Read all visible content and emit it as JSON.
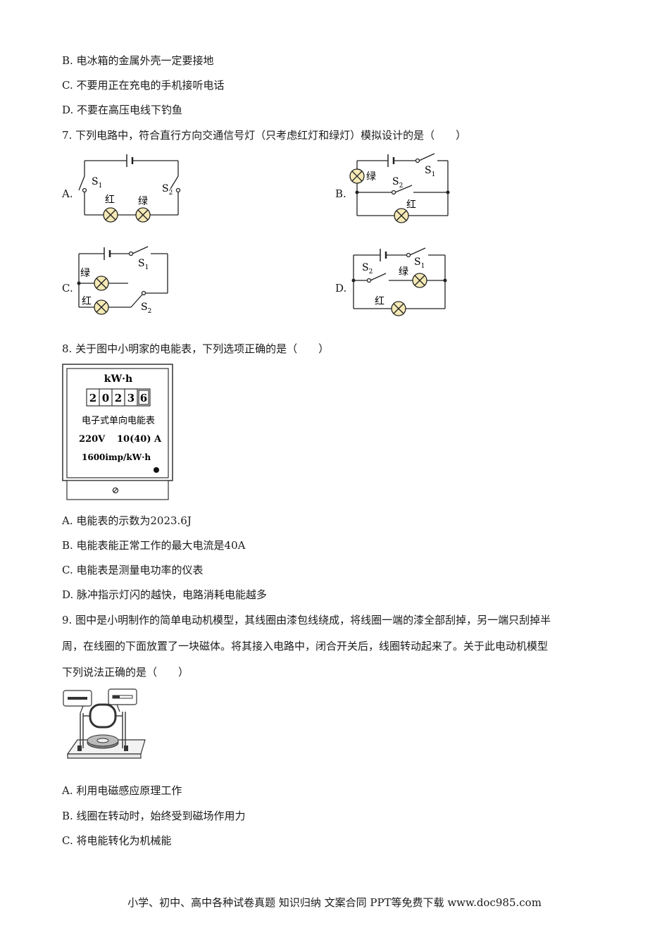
{
  "q6_options": [
    "B. 电冰箱的金属外壳一定要接地",
    "C. 不要用正在充电的手机接听电话",
    "D. 不要在高压电线下钓鱼"
  ],
  "q7": {
    "stem": "7. 下列电路中，符合直行方向交通信号灯（只考虑红灯和绿灯）模拟设计的是（　　）",
    "labels": {
      "a": "A.",
      "b": "B.",
      "c": "C.",
      "d": "D."
    },
    "circuit_text": {
      "s": "S",
      "sub1": "1",
      "sub2": "2",
      "red": "红",
      "green": "绿"
    }
  },
  "q8": {
    "stem": "8. 关于图中小明家的电能表，下列选项正确的是（　　）",
    "meter": {
      "unit": "kW·h",
      "digits": [
        "2",
        "0",
        "2",
        "3",
        "6"
      ],
      "name": "电子式单向电能表",
      "rating_v": "220V",
      "rating_a": "10(40) A",
      "const": "1600imp/kW·h",
      "screw": "⊘"
    },
    "options": [
      "A. 电能表的示数为2023.6J",
      "B. 电能表能正常工作的最大电流是40A",
      "C. 电能表是测量电功率的仪表",
      "D. 脉冲指示灯闪的越快，电路消耗电能越多"
    ]
  },
  "q9": {
    "stem1": "9. 图中是小明制作的简单电动机模型，其线圈由漆包线绕成，将线圈一端的漆全部刮掉，另一端只刮掉半",
    "stem2": "周，在线圈的下面放置了一块磁体。将其接入电路中，闭合开关后，线圈转动起来了。关于此电动机模型",
    "stem3": "下列说法正确的是（　　）",
    "options": [
      "A. 利用电磁感应原理工作",
      "B. 线圈在转动时，始终受到磁场作用力",
      "C. 将电能转化为机械能"
    ]
  },
  "footer": "小学、初中、高中各种试卷真题  知识归纳  文案合同  PPT等免费下载      www.doc985.com"
}
